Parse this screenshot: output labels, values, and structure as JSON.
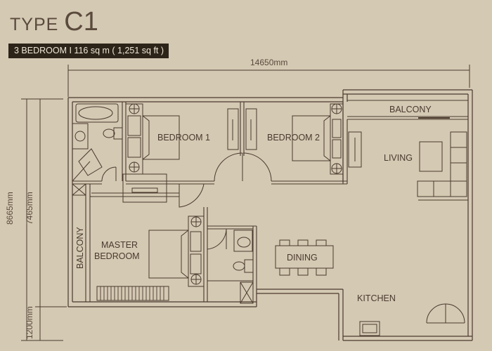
{
  "header": {
    "type_prefix": "TYPE",
    "type_code": "C1",
    "subtitle": "3 BEDROOM  I  116 sq m ( 1,251 sq ft )"
  },
  "dimensions": {
    "width_top": "14650mm",
    "height_total": "8665mm",
    "height_inner": "7465mm",
    "height_balcony": "1200mm"
  },
  "rooms": {
    "bedroom1": "BEDROOM 1",
    "bedroom2": "BEDROOM 2",
    "master_line1": "MASTER",
    "master_line2": "BEDROOM",
    "balcony_top": "BALCONY",
    "balcony_side": "BALCONY",
    "living": "LIVING",
    "dining": "DINING",
    "kitchen": "KITCHEN"
  },
  "colors": {
    "background": "#d4c9b3",
    "wall": "#e8e0ce",
    "line": "#4a3a2e",
    "badge": "#2d2419"
  }
}
